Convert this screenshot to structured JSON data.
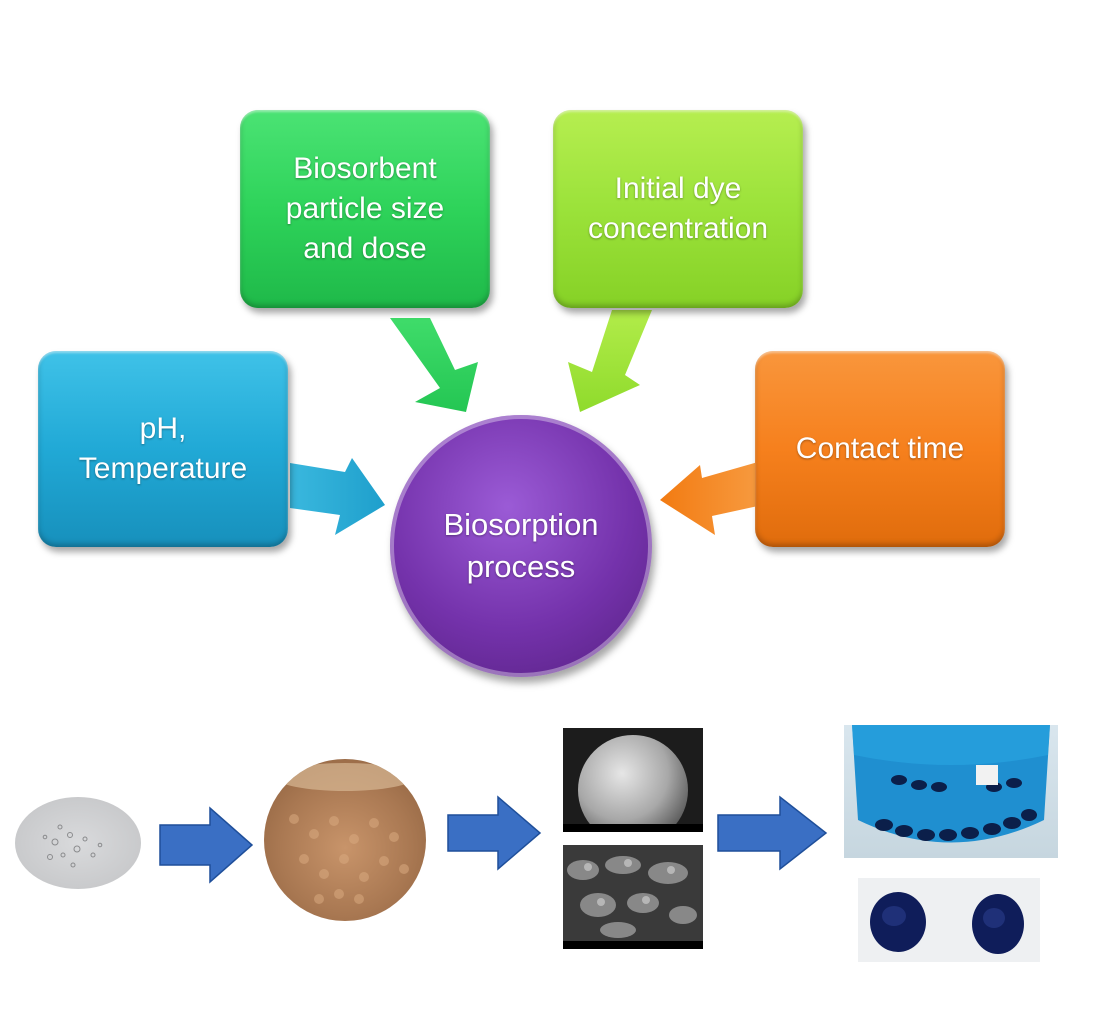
{
  "diagram": {
    "center": {
      "label": "Biosorption\nprocess",
      "color": "#7432ab"
    },
    "factors": [
      {
        "id": "particle",
        "label": "Biosorbent\nparticle size\nand dose",
        "color": "#2ed35a"
      },
      {
        "id": "concentration",
        "label": "Initial dye\nconcentration",
        "color": "#9be23a"
      },
      {
        "id": "ph",
        "label": "pH,\nTemperature",
        "color": "#21a9d6"
      },
      {
        "id": "time",
        "label": "Contact time",
        "color": "#f6801d"
      }
    ]
  },
  "process_strip": {
    "steps": [
      {
        "icon": "microscope-droplets-photo"
      },
      {
        "icon": "beads-jar-photo"
      },
      {
        "icon": "sem-bead-surface-photo"
      },
      {
        "icon": "sem-surface-texture-photo"
      },
      {
        "icon": "blue-dye-flask-photo"
      },
      {
        "icon": "blue-beads-dish-photo"
      }
    ],
    "arrow_color": "#3a6fc4"
  }
}
